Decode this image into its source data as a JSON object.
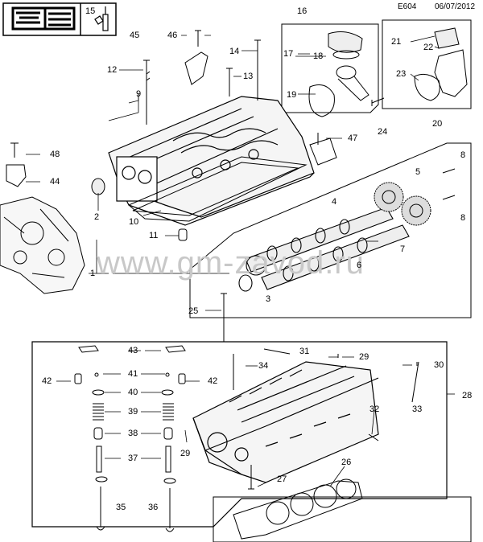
{
  "header": {
    "code": "E604",
    "date": "06/07/2012",
    "legend_number": "15"
  },
  "watermark": "www.gm-zavod.ru",
  "icons": {
    "wrench_book": "wrench-book-icon",
    "tool": "special-tool-icon"
  },
  "callouts": {
    "c1": "1",
    "c2": "2",
    "c3": "3",
    "c4": "4",
    "c5": "5",
    "c6": "6",
    "c7": "7",
    "c8a": "8",
    "c8b": "8",
    "c9": "9",
    "c10": "10",
    "c11": "11",
    "c12": "12",
    "c13": "13",
    "c14": "14",
    "c16": "16",
    "c17": "17",
    "c18": "18",
    "c19": "19",
    "c20": "20",
    "c21": "21",
    "c22": "22",
    "c23": "23",
    "c24": "24",
    "c25": "25",
    "c26": "26",
    "c27": "27",
    "c28": "28",
    "c29a": "29",
    "c29b": "29",
    "c30": "30",
    "c31": "31",
    "c32": "32",
    "c33": "33",
    "c34": "34",
    "c35": "35",
    "c36": "36",
    "c37": "37",
    "c38": "38",
    "c39": "39",
    "c40": "40",
    "c41": "41",
    "c42a": "42",
    "c42b": "42",
    "c43": "43",
    "c44": "44",
    "c45": "45",
    "c46": "46",
    "c47": "47",
    "c48": "48"
  }
}
